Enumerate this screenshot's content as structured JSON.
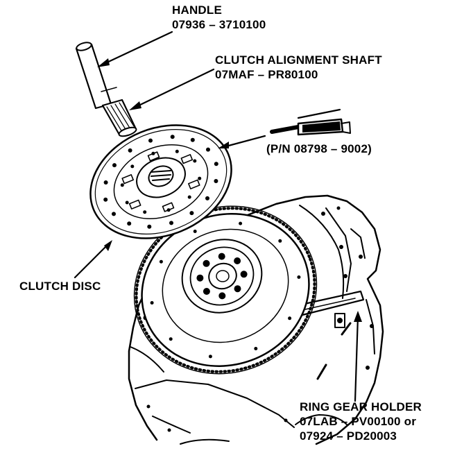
{
  "labels": {
    "handle": {
      "name": "HANDLE",
      "part_number": "07936 – 3710100"
    },
    "alignment_shaft": {
      "name": "CLUTCH ALIGNMENT SHAFT",
      "part_number": "07MAF – PR80100"
    },
    "grease": {
      "part_number": "(P/N 08798 – 9002)"
    },
    "clutch_disc": {
      "name": "CLUTCH DISC"
    },
    "ring_gear_holder": {
      "name": "RING GEAR HOLDER",
      "part_number_1": "07LAB – PV00100 or",
      "part_number_2": "07924 – PD20003"
    }
  },
  "colors": {
    "ink": "#000000",
    "paper": "#ffffff"
  }
}
